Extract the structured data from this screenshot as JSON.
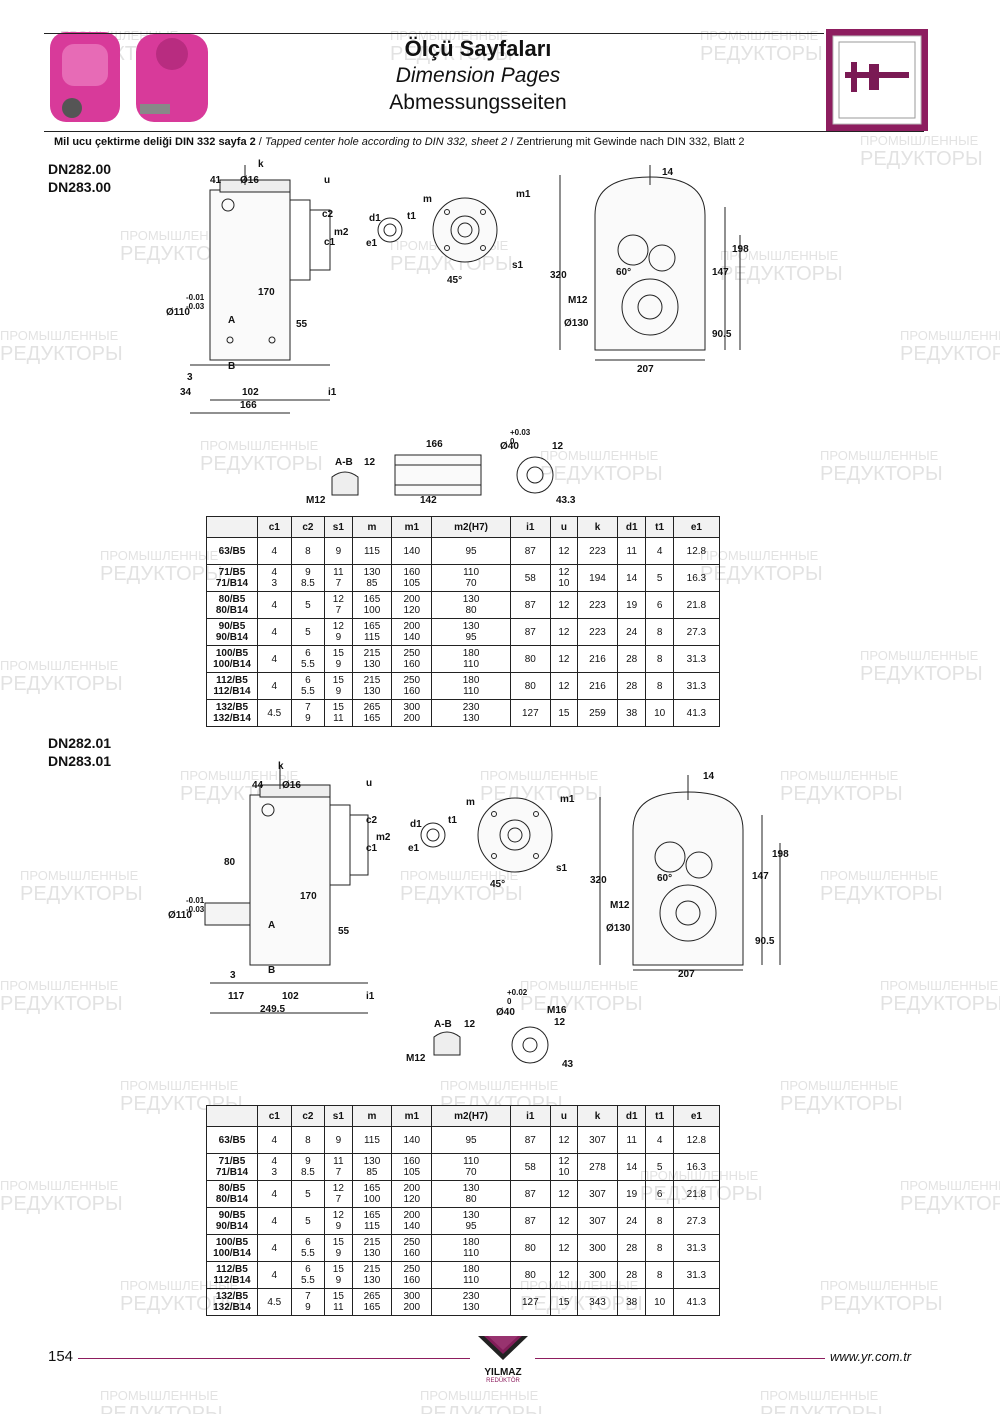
{
  "header": {
    "title_tr": "Ölçü Sayfaları",
    "title_en": "Dimension Pages",
    "title_de": "Abmessungsseiten"
  },
  "note": {
    "tr": "Mil ucu çektirme deliği DIN 332 sayfa 2",
    "en": "Tapped center hole according to DIN 332, sheet 2",
    "de": "Zentrierung mit Gewinde nach DIN 332, Blatt 2"
  },
  "watermark": {
    "line1": "ПРОМЫШЛЕННЫЕ",
    "line2": "РЕДУКТОРЫ"
  },
  "section1": {
    "models": [
      "DN282.00",
      "DN283.00"
    ],
    "side_labels": {
      "k": "k",
      "d41": "41",
      "d16": "Ø16",
      "u": "u",
      "c2": "c2",
      "m2": "m2",
      "c1": "c1",
      "tol": "-0.01\n-0.03",
      "d110": "Ø110",
      "d170": "170",
      "A": "A",
      "B": "B",
      "d55": "55",
      "d3": "3",
      "d34": "34",
      "d102": "102",
      "d166": "166",
      "i1": "i1"
    },
    "flange_labels": {
      "d1": "d1",
      "t1": "t1",
      "e1": "e1",
      "m": "m",
      "m1": "m1",
      "s1": "s1",
      "a45": "45°"
    },
    "front_labels": {
      "d14": "14",
      "d198": "198",
      "d147": "147",
      "d320": "320",
      "a60": "60°",
      "M12": "M12",
      "d130": "Ø130",
      "d90": "90.5",
      "d207": "207"
    },
    "detail_labels": {
      "ab": "A-B",
      "d12": "12",
      "M12": "M12",
      "d166": "166",
      "d142": "142",
      "tol": "+0.03\n0",
      "d40": "Ø40",
      "d12b": "12",
      "d433": "43.3"
    },
    "table": {
      "headers": [
        "",
        "c1",
        "c2",
        "s1",
        "m",
        "m1",
        "m2(H7)",
        "i1",
        "u",
        "k",
        "d1",
        "t1",
        "e1"
      ],
      "rows": [
        [
          "63/B5",
          "4",
          "8",
          "9",
          "115",
          "140",
          "95",
          "87",
          "12",
          "223",
          "11",
          "4",
          "12.8"
        ],
        [
          "71/B5\n71/B14",
          "4\n3",
          "9\n8.5",
          "11\n7",
          "130\n85",
          "160\n105",
          "110\n70",
          "58",
          "12\n10",
          "194",
          "14",
          "5",
          "16.3"
        ],
        [
          "80/B5\n80/B14",
          "4",
          "5",
          "12\n7",
          "165\n100",
          "200\n120",
          "130\n80",
          "87",
          "12",
          "223",
          "19",
          "6",
          "21.8"
        ],
        [
          "90/B5\n90/B14",
          "4",
          "5",
          "12\n9",
          "165\n115",
          "200\n140",
          "130\n95",
          "87",
          "12",
          "223",
          "24",
          "8",
          "27.3"
        ],
        [
          "100/B5\n100/B14",
          "4",
          "6\n5.5",
          "15\n9",
          "215\n130",
          "250\n160",
          "180\n110",
          "80",
          "12",
          "216",
          "28",
          "8",
          "31.3"
        ],
        [
          "112/B5\n112/B14",
          "4",
          "6\n5.5",
          "15\n9",
          "215\n130",
          "250\n160",
          "180\n110",
          "80",
          "12",
          "216",
          "28",
          "8",
          "31.3"
        ],
        [
          "132/B5\n132/B14",
          "4.5",
          "7\n9",
          "15\n11",
          "265\n165",
          "300\n200",
          "230\n130",
          "127",
          "15",
          "259",
          "38",
          "10",
          "41.3"
        ]
      ]
    }
  },
  "section2": {
    "models": [
      "DN282.01",
      "DN283.01"
    ],
    "side_labels": {
      "k": "k",
      "d44": "44",
      "d16": "Ø16",
      "u": "u",
      "c2": "c2",
      "m2": "m2",
      "c1": "c1",
      "d80": "80",
      "tol": "-0.01\n-0.03",
      "d110": "Ø110",
      "d170": "170",
      "A": "A",
      "B": "B",
      "d55": "55",
      "d3": "3",
      "d117": "117",
      "d102": "102",
      "d2495": "249.5",
      "i1": "i1"
    },
    "flange_labels": {
      "d1": "d1",
      "t1": "t1",
      "e1": "e1",
      "m": "m",
      "m1": "m1",
      "s1": "s1",
      "a45": "45°"
    },
    "front_labels": {
      "d14": "14",
      "d198": "198",
      "d147": "147",
      "d320": "320",
      "a60": "60°",
      "M12": "M12",
      "d130": "Ø130",
      "d90": "90.5",
      "d207": "207"
    },
    "detail_labels": {
      "ab": "A-B",
      "d12": "12",
      "M12": "M12",
      "tol": "+0.02\n0",
      "d40": "Ø40",
      "M16": "M16",
      "d12b": "12",
      "d43": "43"
    },
    "table": {
      "headers": [
        "",
        "c1",
        "c2",
        "s1",
        "m",
        "m1",
        "m2(H7)",
        "i1",
        "u",
        "k",
        "d1",
        "t1",
        "e1"
      ],
      "rows": [
        [
          "63/B5",
          "4",
          "8",
          "9",
          "115",
          "140",
          "95",
          "87",
          "12",
          "307",
          "11",
          "4",
          "12.8"
        ],
        [
          "71/B5\n71/B14",
          "4\n3",
          "9\n8.5",
          "11\n7",
          "130\n85",
          "160\n105",
          "110\n70",
          "58",
          "12\n10",
          "278",
          "14",
          "5",
          "16.3"
        ],
        [
          "80/B5\n80/B14",
          "4",
          "5",
          "12\n7",
          "165\n100",
          "200\n120",
          "130\n80",
          "87",
          "12",
          "307",
          "19",
          "6",
          "21.8"
        ],
        [
          "90/B5\n90/B14",
          "4",
          "5",
          "12\n9",
          "165\n115",
          "200\n140",
          "130\n95",
          "87",
          "12",
          "307",
          "24",
          "8",
          "27.3"
        ],
        [
          "100/B5\n100/B14",
          "4",
          "6\n5.5",
          "15\n9",
          "215\n130",
          "250\n160",
          "180\n110",
          "80",
          "12",
          "300",
          "28",
          "8",
          "31.3"
        ],
        [
          "112/B5\n112/B14",
          "4",
          "6\n5.5",
          "15\n9",
          "215\n130",
          "250\n160",
          "180\n110",
          "80",
          "12",
          "300",
          "28",
          "8",
          "31.3"
        ],
        [
          "132/B5\n132/B14",
          "4.5",
          "7\n9",
          "15\n11",
          "265\n165",
          "300\n200",
          "230\n130",
          "127",
          "15",
          "343",
          "38",
          "10",
          "41.3"
        ]
      ]
    }
  },
  "footer": {
    "page": "154",
    "brand": "YILMAZ",
    "brand_sub": "REDÜKTÖR",
    "url": "www.yr.com.tr"
  }
}
